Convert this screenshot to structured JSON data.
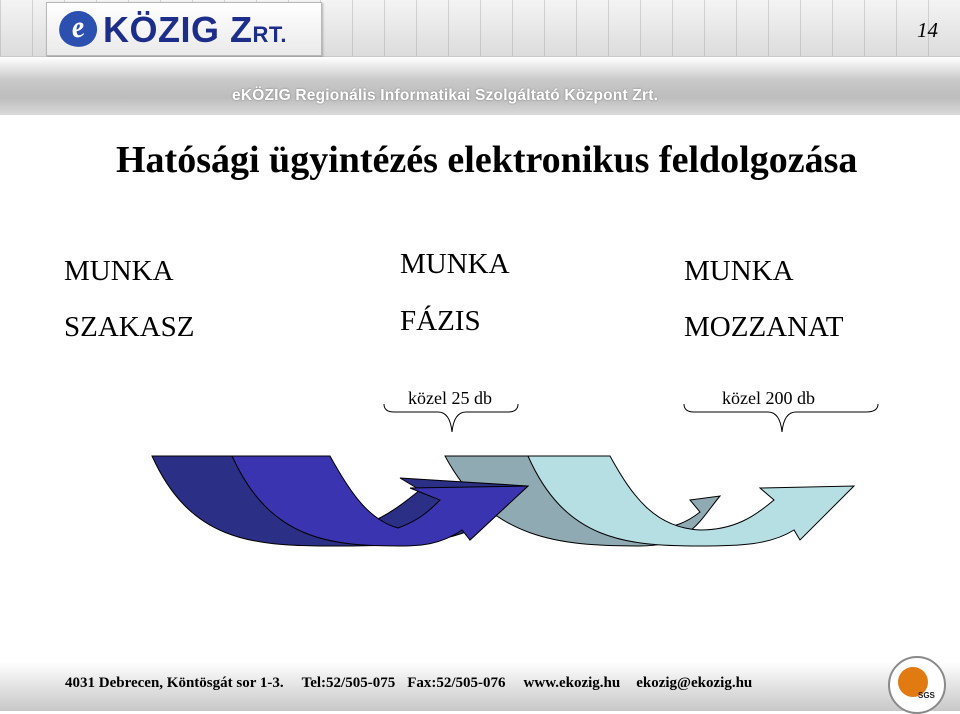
{
  "header": {
    "logo_letter": "e",
    "logo_text_big": "KÖZIG Z",
    "logo_text_small": "RT.",
    "banner": "eKÖZIG Regionális Informatikai Szolgáltató Központ Zrt.",
    "page_number": "14"
  },
  "slide": {
    "title": "Hatósági ügyintézés elektronikus feldolgozása",
    "columns": [
      {
        "line1": "MUNKA",
        "line2": "SZAKASZ"
      },
      {
        "line1": "MUNKA",
        "line2": "FÁZIS",
        "count": "közel 25 db"
      },
      {
        "line1": "MUNKA",
        "line2": "MOZZANAT",
        "count": "közel 200 db"
      }
    ]
  },
  "colors": {
    "arrow1": "#2b2f86",
    "arrow2": "#3a34b0",
    "arrow3": "#90aab4",
    "arrow4": "#b6dfe4"
  },
  "footer": {
    "address": "4031 Debrecen, Köntösgát sor 1-3.",
    "tel": "Tel:52/505-075",
    "fax": "Fax:52/505-076",
    "web": "www.ekozig.hu",
    "email": "ekozig@ekozig.hu",
    "badge": "SGS"
  }
}
